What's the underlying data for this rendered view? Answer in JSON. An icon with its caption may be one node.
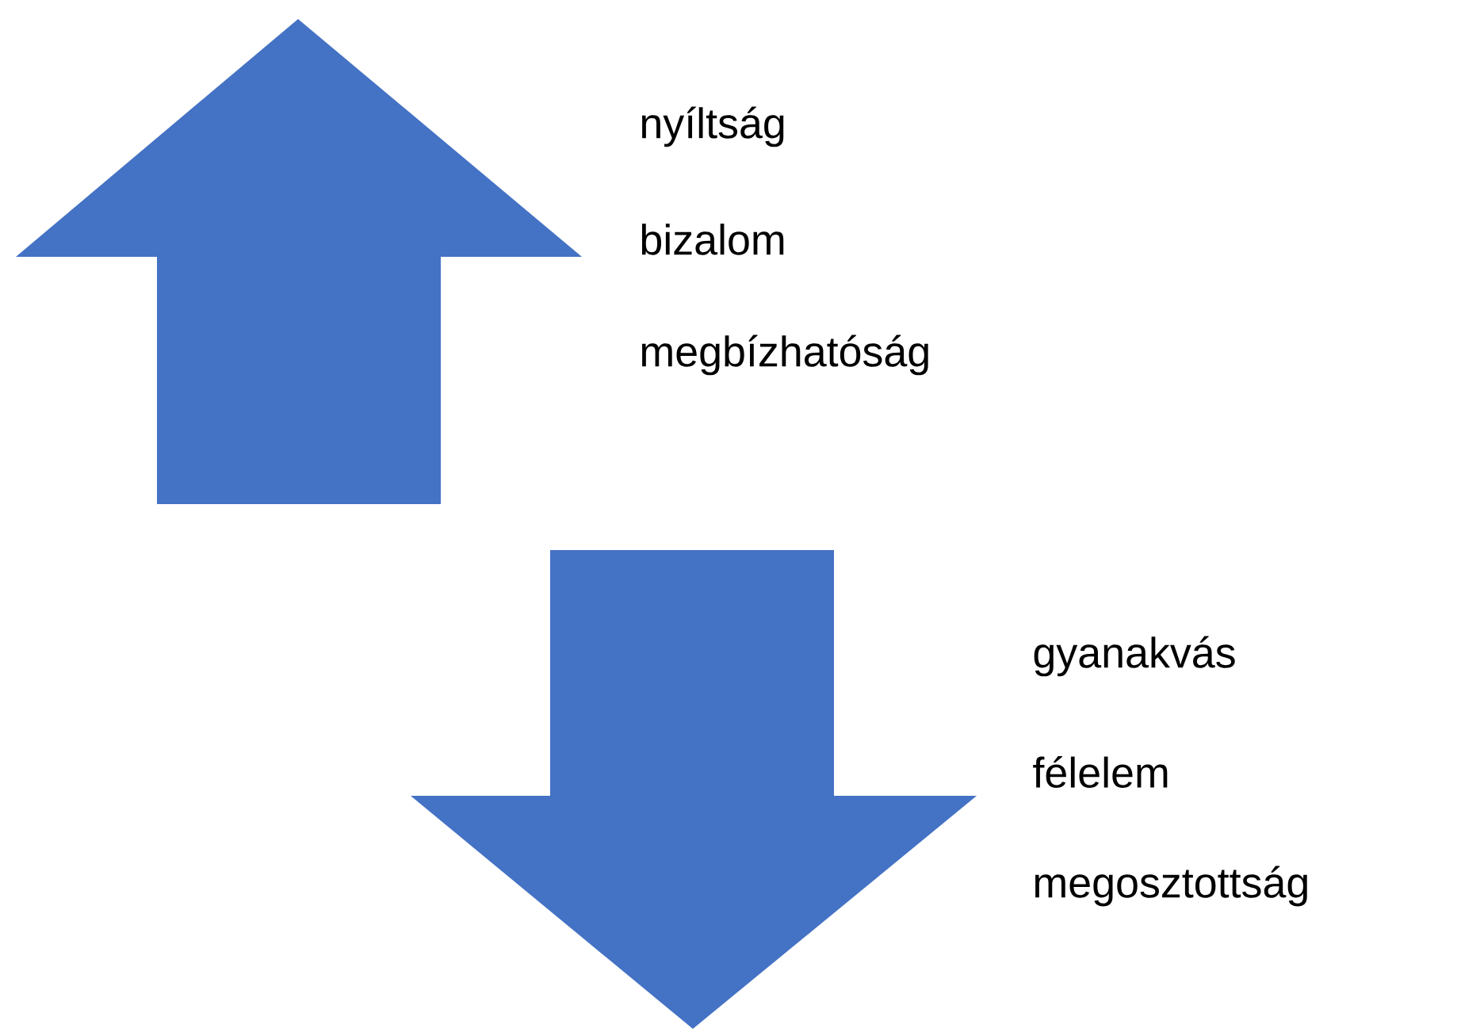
{
  "diagram": {
    "labels": [
      "nyíltság",
      "bizalom",
      "megbízhatóság",
      "gyanakvás",
      "félelem",
      "megosztottság"
    ]
  }
}
